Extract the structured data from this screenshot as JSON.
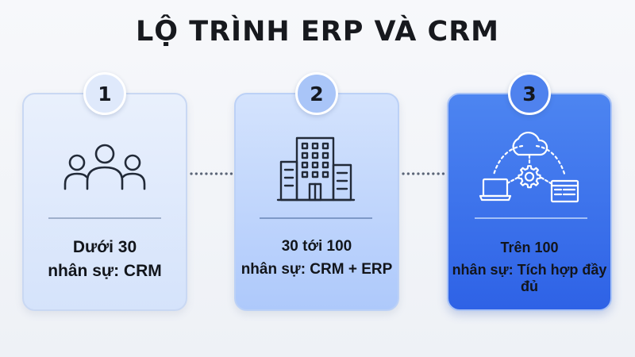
{
  "title": "LỘ TRÌNH ERP VÀ CRM",
  "colors": {
    "title": "#17191e",
    "card_1": "#dde8fb",
    "card_2": "#c0d5fb",
    "card_3": "#3a70ea",
    "icon_stroke": "#222a38"
  },
  "steps": [
    {
      "number": "1",
      "icon": "people-icon",
      "line1": "Dưới 30",
      "line2": "nhân sự: CRM"
    },
    {
      "number": "2",
      "icon": "building-icon",
      "line1": "30 tới 100",
      "line2": "nhân sự: CRM + ERP"
    },
    {
      "number": "3",
      "icon": "integration-icon",
      "line1": "Trên 100",
      "line2": "nhân sự: Tích hợp đầy đủ"
    }
  ]
}
